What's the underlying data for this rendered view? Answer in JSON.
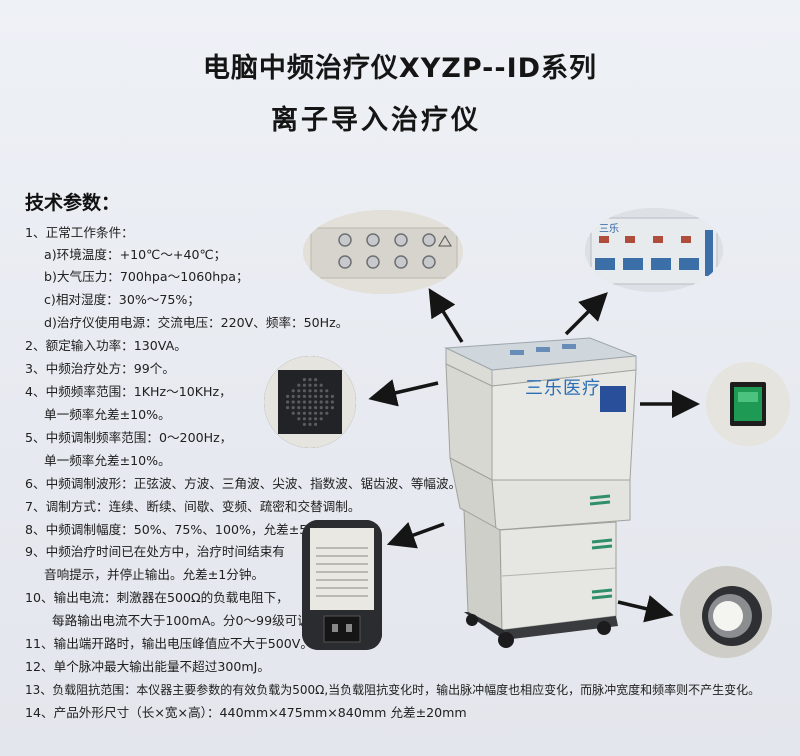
{
  "title": {
    "line1": "电脑中频治疗仪XYZP--ID系列",
    "line2": "离子导入治疗仪"
  },
  "spec_heading": "技术参数：",
  "specs": [
    "1、正常工作条件：",
    "a)环境温度：+10℃～+40℃；",
    "b)大气压力：700hpa～1060hpa；",
    "c)相对湿度：30%～75%；",
    "d)治疗仪使用电源：交流电压：220V、频率：50Hz。",
    "2、额定输入功率：130VA。",
    "3、中频治疗处方：99个。",
    "4、中频频率范围：1KHz～10KHz，",
    "单一频率允差±10%。",
    "5、中频调制频率范围：0～200Hz，",
    "单一频率允差±10%。",
    "6、中频调制波形：正弦波、方波、三角波、尖波、指数波、锯齿波、等幅波。",
    "7、调制方式：连续、断续、间歇、变频、疏密和交替调制。",
    "8、中频调制幅度：50%、75%、100%，允差±5%。",
    "9、中频治疗时间已在处方中，治疗时间结束有",
    "音响提示，并停止输出。允差±1分钟。",
    "10、输出电流：刺激器在500Ω的负载电阻下，",
    "每路输出电流不大于100mA。分0～99级可调。",
    "11、输出端开路时，输出电压峰值应不大于500V。",
    "12、单个脉冲最大输出能量不超过300mJ。",
    "13、负载阻抗范围：本仪器主要参数的有效负载为500Ω,当负载阻抗变化时，输出脉冲幅度也相应变化，而脉冲宽度和频率则不产生变化。",
    "14、产品外形尺寸（长×宽×高）：440mm×475mm×840mm 允差±20mm"
  ],
  "device": {
    "brand": "三乐医疗"
  },
  "panel_logo": "三乐",
  "colors": {
    "device_body": "#e6e7e3",
    "device_top": "#cfd6dc",
    "brand_text": "#2a6fb6",
    "stripe": "#2f8f6a",
    "switch_green": "#1f9a55",
    "arrow": "#151515"
  }
}
